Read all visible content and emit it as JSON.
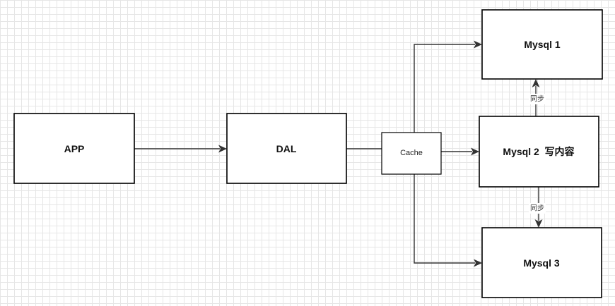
{
  "nodes": {
    "app": "APP",
    "dal": "DAL",
    "cache": "Cache",
    "mysql1": "Mysql 1",
    "mysql2": "Mysql 2  写内容",
    "mysql3": "Mysql 3"
  },
  "edges": {
    "sync_up": "同步",
    "sync_down": "同步"
  },
  "colors": {
    "stroke": "#000000",
    "edge": "#333333",
    "grid": "#e6e6e6"
  }
}
